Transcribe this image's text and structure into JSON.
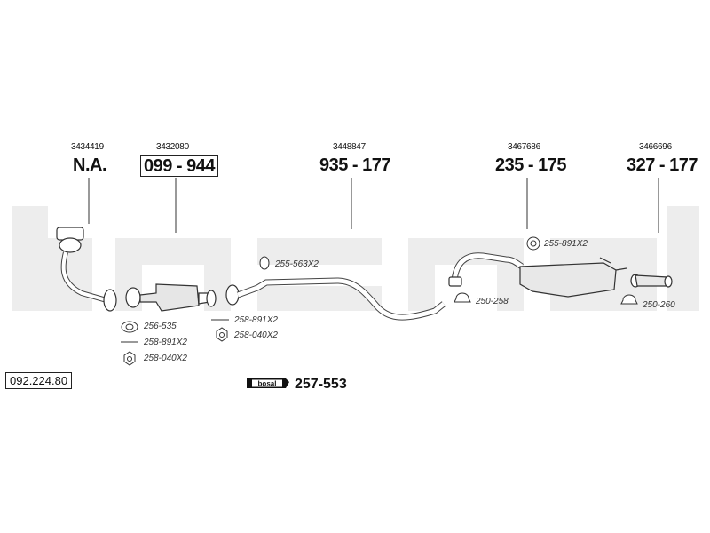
{
  "parts": [
    {
      "oe_number": "3434419",
      "bosal_number": "N.A."
    },
    {
      "oe_number": "3432080",
      "bosal_number": "099 - 944"
    },
    {
      "oe_number": "3448847",
      "bosal_number": "935 - 177"
    },
    {
      "oe_number": "3467686",
      "bosal_number": "235 - 175"
    },
    {
      "oe_number": "3466696",
      "bosal_number": "327 - 177"
    }
  ],
  "accessories": [
    "256-535",
    "258-891X2",
    "258-040X2",
    "258-891X2",
    "258-040X2",
    "255-563X2",
    "255-891X2",
    "250-258",
    "250-260"
  ],
  "reference": "092.224.80",
  "kit": {
    "brand_logo": "bosal",
    "number": "257-553"
  },
  "watermark": "bosal"
}
